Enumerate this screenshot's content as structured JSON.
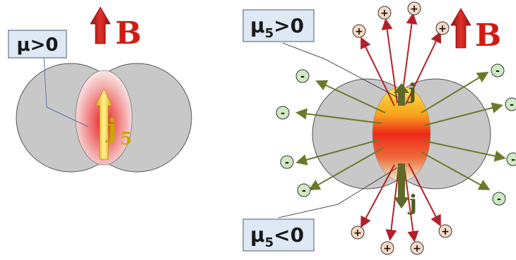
{
  "left_panel": {
    "chem_potential_label": "μ>0",
    "field_label": "B",
    "current_label_base": "j",
    "current_label_sub": "5"
  },
  "right_panel": {
    "top_box": {
      "base": "μ",
      "sub": "5",
      "rest": ">0"
    },
    "bottom_box": {
      "base": "μ",
      "sub": "5",
      "rest": "<0"
    },
    "field_label": "B",
    "current_up_label": "j",
    "current_down_label": "j",
    "positive_sign": "+",
    "negative_sign": "-"
  },
  "colors": {
    "nucleus_gray": "#c8c8c8",
    "nucleus_outline": "#555555",
    "b_arrow_red": "#c0201a",
    "b_letter_red": "#d11a12",
    "current_yellow": "#f2d23a",
    "j5_gold": "#c9a800",
    "positive_arrow": "#b3202a",
    "negative_arrow": "#6b7a2a",
    "current_arrow_green": "#5e6b28",
    "label_box_fill": "#dfe9f5",
    "plus_fill": "#f7d9c4",
    "minus_fill": "#cfe9c3"
  }
}
